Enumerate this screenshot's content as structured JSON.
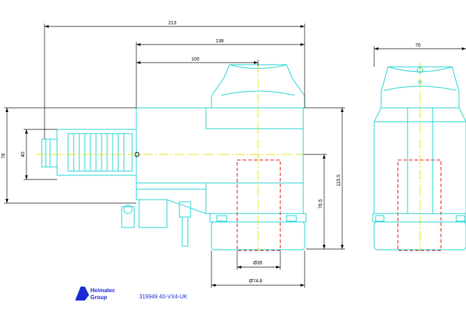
{
  "dimensions": {
    "d213": "213",
    "d138": "138",
    "d100": "100",
    "d76": "76",
    "d78": "78",
    "d40": "40",
    "d115_5": "115.5",
    "d76_5": "76.5",
    "d35": "Ø35",
    "d74_8": "Ø74.8"
  },
  "logo": {
    "line1": "Heimatec",
    "line2": "Group"
  },
  "part_number": "319949 40-VX4-UK",
  "colors": {
    "outline": "#19d2d2",
    "hidden": "#e00000",
    "centerline": "#e6e600",
    "dimension": "#000000",
    "brand": "#1a2bd6"
  }
}
